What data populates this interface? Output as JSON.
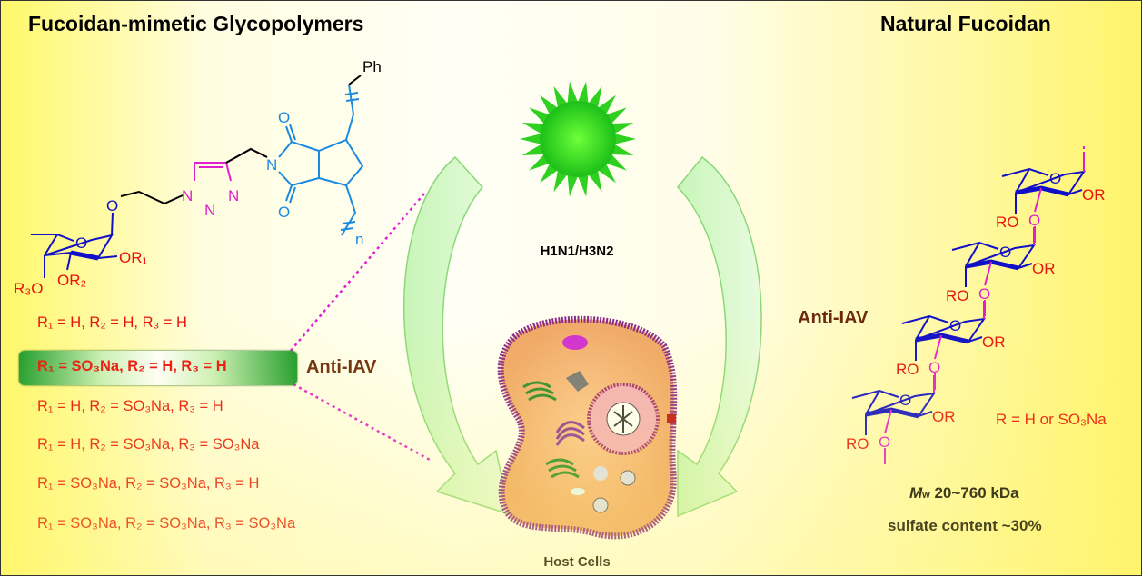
{
  "titles": {
    "left": "Fucoidan-mimetic Glycopolymers",
    "right": "Natural Fucoidan"
  },
  "glycopolymer_structure": {
    "ph": "Ph",
    "o_ring": "O",
    "o_link": "O",
    "or1": "OR₁",
    "or2": "OR₂",
    "r3o": "R₃O",
    "n1": "N",
    "n2": "N",
    "n3": "N",
    "n_imide": "N",
    "o_top": "O",
    "o_bottom": "O",
    "repeat": "n"
  },
  "substituents": [
    {
      "label": "R₁ = H, R₂ = H, R₃ = H",
      "highlighted": false
    },
    {
      "label": "R₁ = SO₃Na, R₂ = H, R₃ = H",
      "highlighted": true
    },
    {
      "label": "R₁ = H, R₂ = SO₃Na, R₃ = H",
      "highlighted": false
    },
    {
      "label": "R₁ = H, R₂ = SO₃Na, R₃ = SO₃Na",
      "highlighted": false
    },
    {
      "label": "R₁ = SO₃Na, R₂ = SO₃Na, R₃ = H",
      "highlighted": false
    },
    {
      "label": "R₁ = SO₃Na, R₂ = SO₃Na, R₃ = SO₃Na",
      "highlighted": false
    }
  ],
  "anti_iav_left": "Anti-IAV",
  "anti_iav_right": "Anti-IAV",
  "virus_label": "H1N1/H3N2",
  "cell_label": "Host Cells",
  "fucoidan": {
    "o": "O",
    "or": "OR",
    "ro": "RO",
    "r_def": "R = H or SO₃Na",
    "mw_symbol": "M",
    "mw_sub": "w",
    "mw_value": " 20~760 kDa",
    "sulfate": "sulfate content ~30%"
  },
  "colors": {
    "red": "#e8130c",
    "blue": "#1010c8",
    "cyan_blue": "#1a8ae0",
    "magenta": "#e020d0",
    "brown": "#6b2a0c",
    "green": "#22c02a"
  }
}
